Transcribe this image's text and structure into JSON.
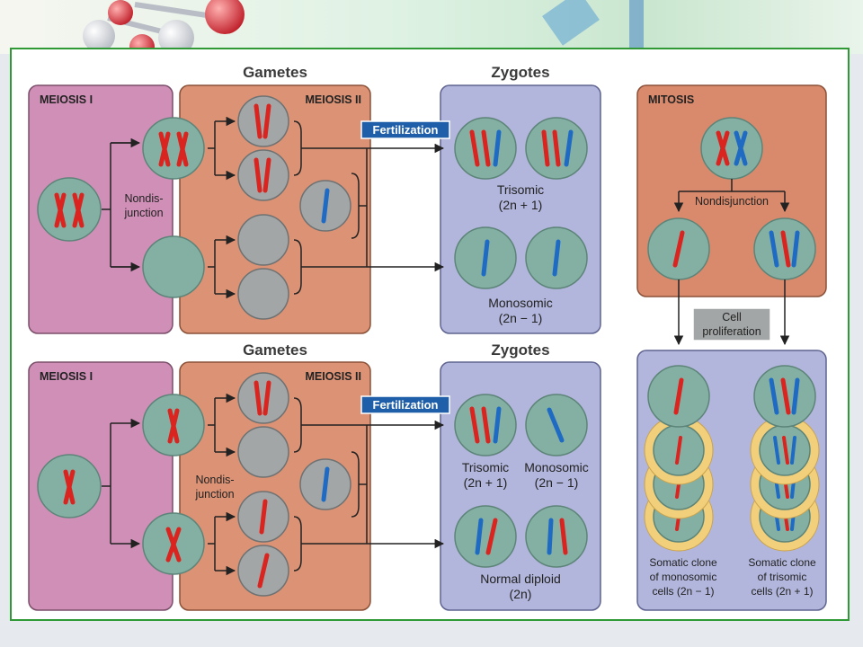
{
  "top_section": {
    "meiosis1_title": "MEIOSIS I",
    "meiosis2_title": "MEIOSIS II",
    "gametes_header": "Gametes",
    "zygotes_header": "Zygotes",
    "nondisjunction_line1": "Nondis-",
    "nondisjunction_line2": "junction",
    "fertilization": "Fertilization",
    "trisomic_label": "Trisomic",
    "trisomic_formula": "(2n + 1)",
    "monosomic_label": "Monosomic",
    "monosomic_formula": "(2n − 1)"
  },
  "bottom_section": {
    "meiosis1_title": "MEIOSIS I",
    "meiosis2_title": "MEIOSIS II",
    "gametes_header": "Gametes",
    "zygotes_header": "Zygotes",
    "nondisjunction_line1": "Nondis-",
    "nondisjunction_line2": "junction",
    "fertilization": "Fertilization",
    "trisomic_label": "Trisomic",
    "trisomic_formula": "(2n + 1)",
    "monosomic_label": "Monosomic",
    "monosomic_formula": "(2n − 1)",
    "normal_label": "Normal diploid",
    "normal_formula": "(2n)"
  },
  "mitosis_section": {
    "title": "MITOSIS",
    "nondisjunction": "Nondisjunction",
    "cell_proliferation_line1": "Cell",
    "cell_proliferation_line2": "proliferation",
    "clone_mono_line1": "Somatic clone",
    "clone_mono_line2": "of monosomic",
    "clone_mono_line3": "cells (2n − 1)",
    "clone_tri_line1": "Somatic clone",
    "clone_tri_line2": "of trisomic",
    "clone_tri_line3": "cells (2n + 1)"
  },
  "colors": {
    "meiosis1_panel": "#cf8fb6",
    "meiosis2_panel": "#db9275",
    "zygote_panel": "#b2b6dc",
    "mitosis_panel": "#d98a6c",
    "cell_fill": "#84b0a4",
    "gamete_fill": "#a3a6a6",
    "chromosome_red": "#d9241f",
    "chromosome_blue": "#1f6bc4",
    "fertilization_box": "#1f5ea8",
    "proliferation_box": "#a3a6a6",
    "clone_ring": "#f2cf7a",
    "slide_border": "#2f9a35"
  }
}
